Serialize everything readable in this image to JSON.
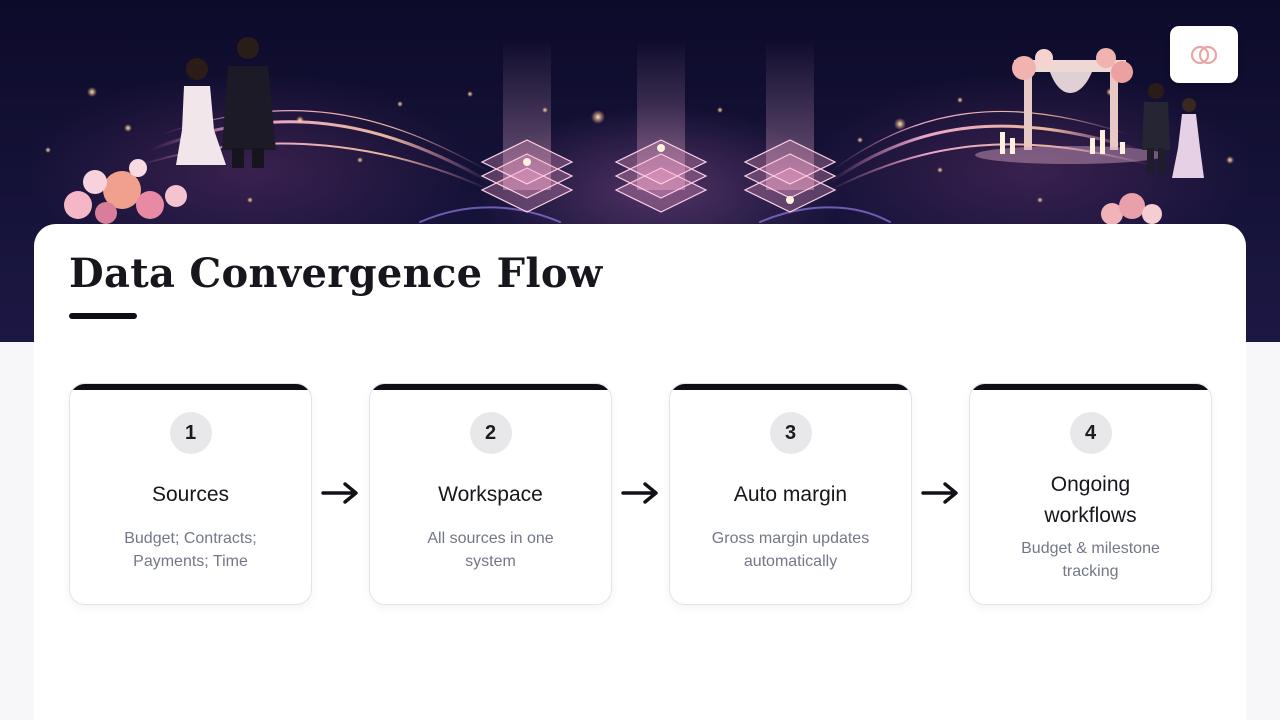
{
  "page": {
    "title": "Data Convergence Flow"
  },
  "colors": {
    "hero_background": "#0d0b2a",
    "accent_glow": "#f0a8c8",
    "card_bar": "#0e0e16",
    "description_text": "#737788"
  },
  "logo": {
    "icon": "interlocked-rings-icon",
    "color": "#e9a6a6"
  },
  "steps": [
    {
      "number": "1",
      "title": "Sources",
      "description": "Budget; Contracts; Payments; Time"
    },
    {
      "number": "2",
      "title": "Workspace",
      "description": "All sources in one system"
    },
    {
      "number": "3",
      "title": "Auto margin",
      "description": "Gross margin updates automatically"
    },
    {
      "number": "4",
      "title": "Ongoing workflows",
      "description": "Budget & milestone tracking"
    }
  ],
  "connector_icon": "arrow-right-icon"
}
